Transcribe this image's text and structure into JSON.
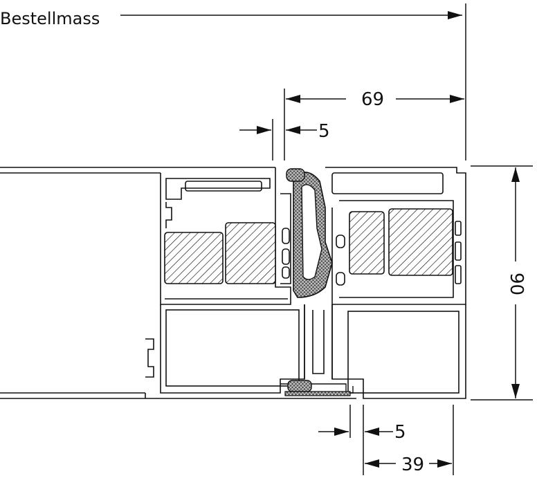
{
  "title": "Bestellmass",
  "dimensions": {
    "top_width": "69",
    "top_gap": "5",
    "height": "90",
    "bottom_gap": "5",
    "bottom_width": "39"
  },
  "colors": {
    "line": "#111111",
    "background": "#ffffff",
    "seal_fill": "#3a3a3a"
  }
}
